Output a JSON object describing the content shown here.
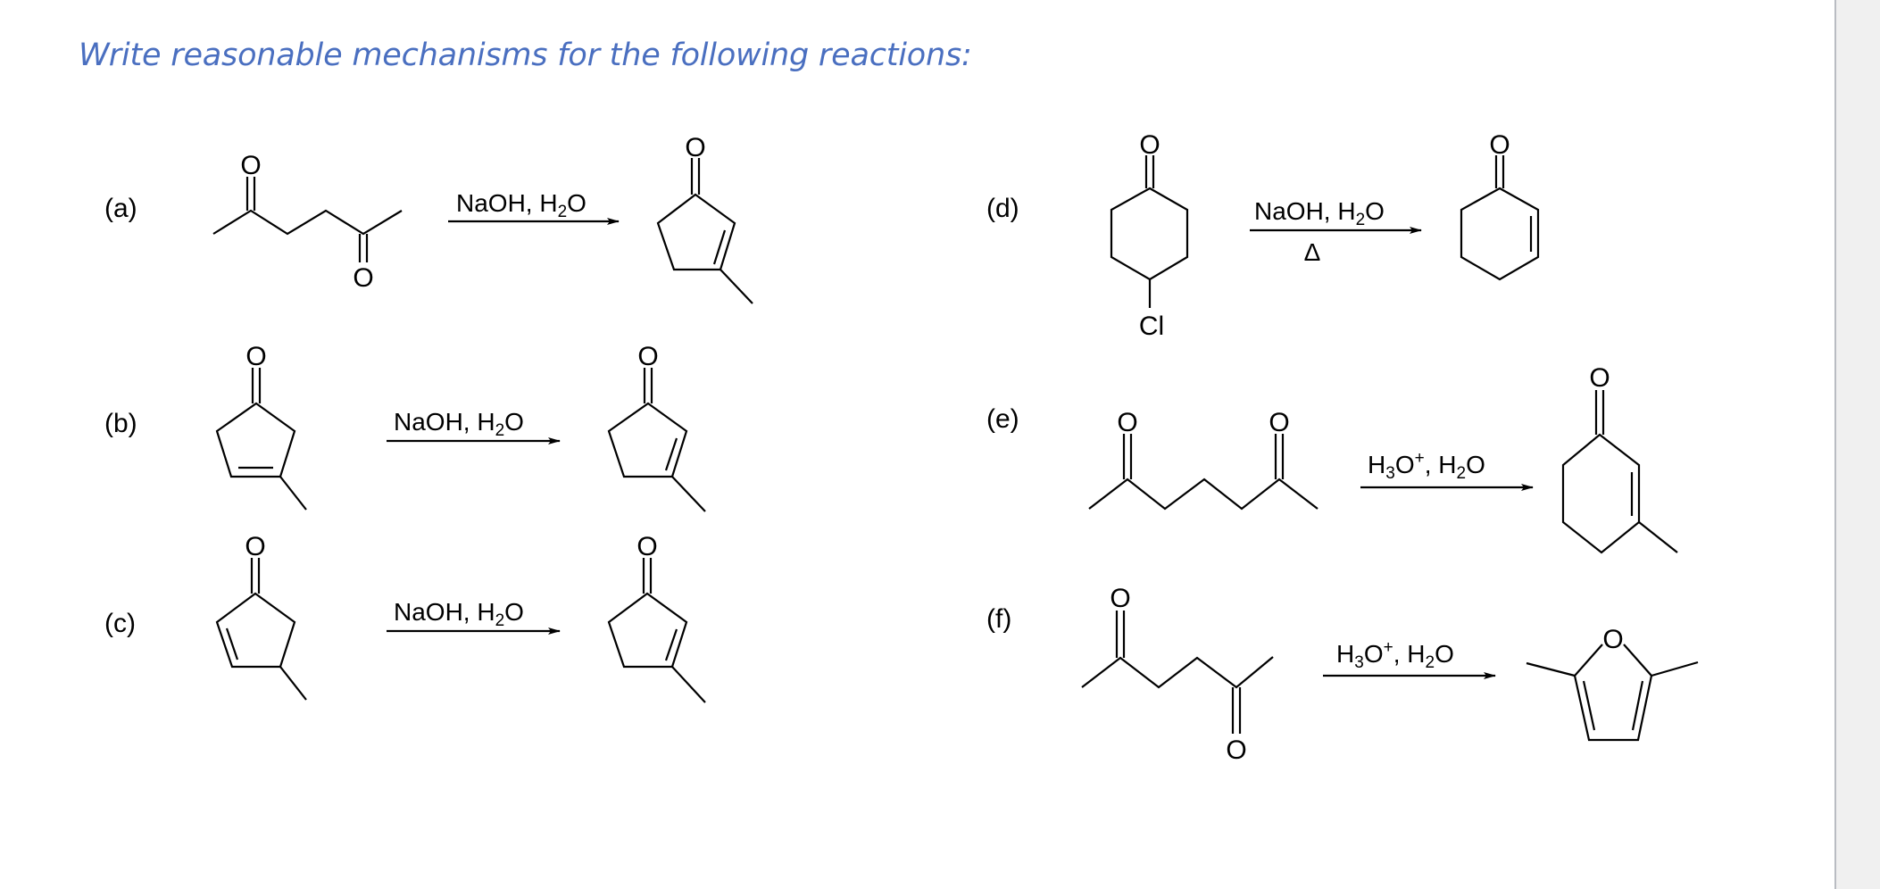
{
  "title": "Write reasonable mechanisms for the following reactions:",
  "colors": {
    "title": "#4a6fc0",
    "ink": "#000000",
    "panel": "#f0f0f0",
    "panel_border": "#b9bcc2"
  },
  "reactions": [
    {
      "label": "(a)",
      "reactant": "hexane-2,5-dione",
      "reagents": [
        {
          "text": "NaOH, H",
          "sub": "2",
          "tail": "O"
        }
      ],
      "below_arrow": "",
      "product": "3-methylcyclopent-2-en-1-one"
    },
    {
      "label": "(b)",
      "reactant": "3-methylcyclopent-3-en-1-one",
      "reagents": [
        {
          "text": "NaOH, H",
          "sub": "2",
          "tail": "O"
        }
      ],
      "below_arrow": "",
      "product": "3-methylcyclopent-2-en-1-one"
    },
    {
      "label": "(c)",
      "reactant": "4-methylcyclopent-2-en-1-one",
      "reagents": [
        {
          "text": "NaOH, H",
          "sub": "2",
          "tail": "O"
        }
      ],
      "below_arrow": "",
      "product": "3-methylcyclopent-2-en-1-one"
    },
    {
      "label": "(d)",
      "reactant": "4-chlorocyclohexan-1-one",
      "reagents": [
        {
          "text": "NaOH, H",
          "sub": "2",
          "tail": "O"
        }
      ],
      "below_arrow": "Δ",
      "product": "cyclohex-2-en-1-one"
    },
    {
      "label": "(e)",
      "reactant": "heptane-2,6-dione",
      "reagents": [
        {
          "text": "H",
          "sub": "3",
          "sup": "+",
          "mid": "O",
          "text2": ", H",
          "sub2": "2",
          "tail": "O"
        }
      ],
      "below_arrow": "",
      "product": "3-methylcyclohex-2-en-1-one"
    },
    {
      "label": "(f)",
      "reactant": "hexane-2,5-dione",
      "reagents": [
        {
          "text": "H",
          "sub": "3",
          "sup": "+",
          "mid": "O",
          "text2": ", H",
          "sub2": "2",
          "tail": "O"
        }
      ],
      "below_arrow": "",
      "product": "2,5-dimethylfuran"
    }
  ],
  "atoms": {
    "oxygen": "O",
    "chlorine": "Cl"
  }
}
